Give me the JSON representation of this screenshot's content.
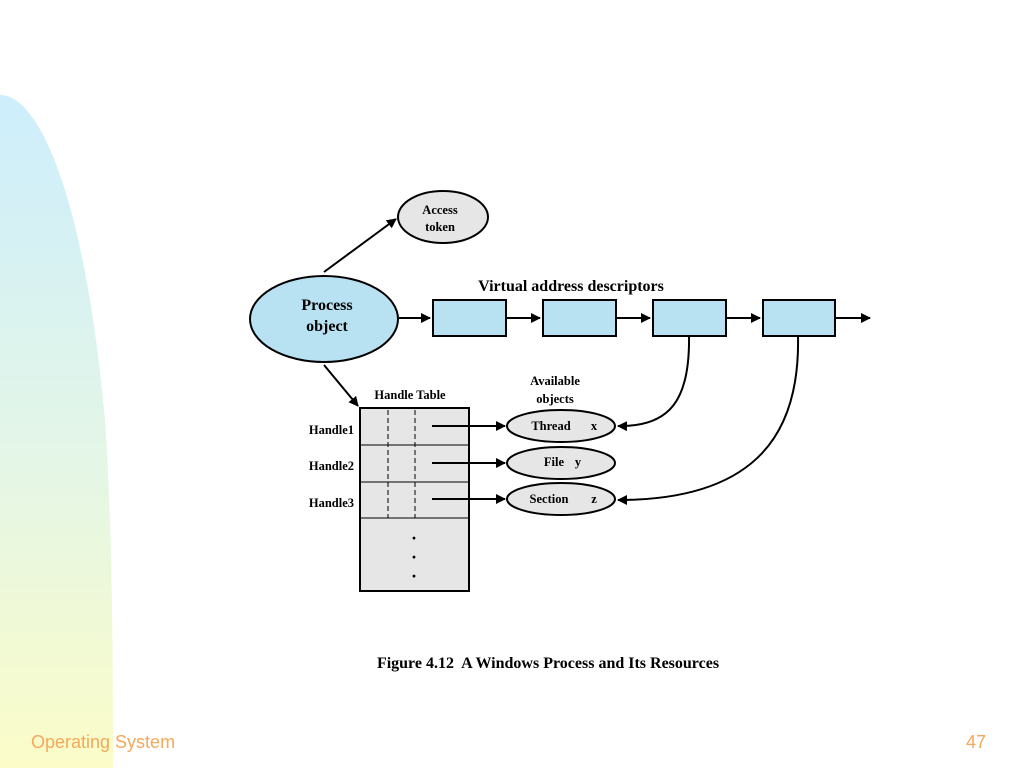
{
  "diagram": {
    "access_token": [
      "Access",
      "token"
    ],
    "process_object": [
      "Process",
      "object"
    ],
    "vad_title": "Virtual address descriptors",
    "handle_table_title": "Handle Table",
    "available_objects": [
      "Available",
      "objects"
    ],
    "handles": [
      "Handle1",
      "Handle2",
      "Handle3"
    ],
    "objects": [
      {
        "name": "Thread",
        "var": "x"
      },
      {
        "name": "File",
        "var": "y"
      },
      {
        "name": "Section",
        "var": "z"
      }
    ],
    "ellipsis": [
      "·",
      "·",
      "·"
    ],
    "caption": "Figure 4.12  A Windows Process and Its Resources"
  },
  "footer": {
    "title": "Operating System",
    "page": "47"
  },
  "colors": {
    "node_blue": "#b8e2f2",
    "object_gray": "#e6e6e6",
    "footer_orange": "#f5a85a"
  }
}
